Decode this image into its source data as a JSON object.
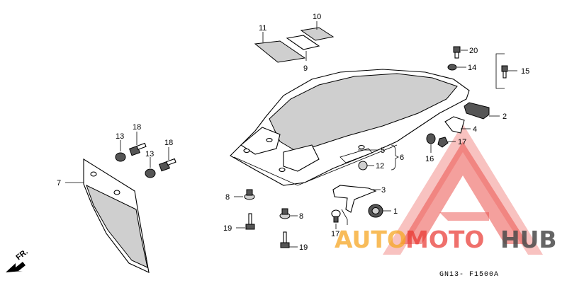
{
  "diagram": {
    "part_labels": {
      "p1": "1",
      "p2": "2",
      "p3": "3",
      "p4": "4",
      "p5": "5",
      "p6": "6",
      "p7": "7",
      "p8a": "8",
      "p8b": "8",
      "p9": "9",
      "p10": "10",
      "p11": "11",
      "p12": "12",
      "p13a": "13",
      "p13b": "13",
      "p14": "14",
      "p15": "15",
      "p16": "16",
      "p17a": "17",
      "p17b": "17",
      "p18a": "18",
      "p18b": "18",
      "p19a": "19",
      "p19b": "19",
      "p20": "20"
    },
    "front_arrow_label": "FR.",
    "figure_code": "GN13- F1500A"
  },
  "watermark": {
    "word_auto": "AUTO",
    "word_moto": "MOTO",
    "word_hub": "HUB",
    "colors": {
      "red": "#e8332e",
      "orange": "#f5a623",
      "gray": "#4a4a4a"
    }
  }
}
